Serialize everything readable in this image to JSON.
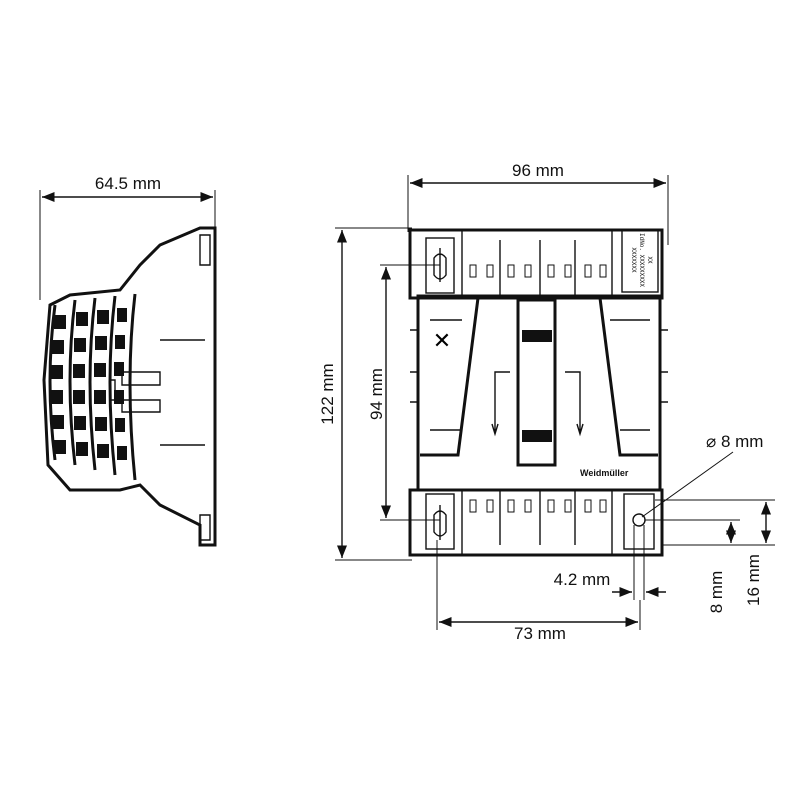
{
  "dimensions": {
    "side_depth": "64.5 mm",
    "front_width": "96 mm",
    "front_height": "122 mm",
    "mounting_height": "94 mm",
    "hole_diameter": "⌀ 8 mm",
    "slot_width": "4.2 mm",
    "mounting_width": "73 mm",
    "hole_offset": "8 mm",
    "edge_offset": "16 mm"
  },
  "label_plate": {
    "line1": "XXXXXXX",
    "line2": "IdNo. XXXXXXXXX",
    "line3": "XX"
  },
  "logo": "Weidmüller"
}
